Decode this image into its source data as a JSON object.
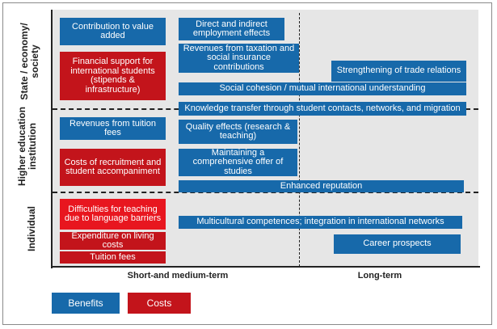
{
  "colors": {
    "benefit": "#1769aa",
    "cost": "#c3141b",
    "cost_bright": "#e8161f",
    "background": "#e6e6e6"
  },
  "row_labels": [
    "State / economy/ society",
    "Higher education institution",
    "Individual"
  ],
  "column_labels": [
    "Short-and medium-term",
    "Long-term"
  ],
  "boxes": {
    "contribution_value_added": "Contribution to value added",
    "direct_indirect_employment": "Direct and indirect employment effects",
    "revenues_taxation": "Revenues from taxation and social insurance contributions",
    "financial_support": "Financial support for international students (stipends & infrastructure)",
    "strengthening_trade": "Strengthening of trade relations",
    "social_cohesion": "Social cohesion / mutual international understanding",
    "knowledge_transfer": "Knowledge transfer through student contacts, networks, and migration",
    "revenues_tuition": "Revenues from tuition fees",
    "quality_effects": "Quality effects (research & teaching)",
    "costs_recruitment": "Costs of recruitment and student accompaniment",
    "maintaining_offer": "Maintaining a comprehensive offer of studies",
    "enhanced_reputation": "Enhanced reputation",
    "difficulties_teaching": "Difficulties for teaching due to language barriers",
    "multicultural": "Multicultural competences; integration in international networks",
    "expenditure_living": "Expenditure on living costs",
    "career_prospects": "Career prospects",
    "tuition_fees": "Tuition fees"
  },
  "legend": {
    "benefits": "Benefits",
    "costs": "Costs"
  }
}
